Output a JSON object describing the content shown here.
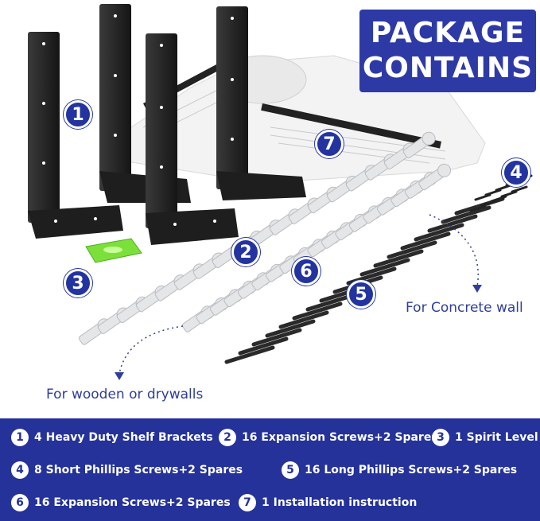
{
  "header": {
    "title_line1": "PACKAGE",
    "title_line2": "CONTAINS"
  },
  "badges": [
    "1",
    "2",
    "3",
    "4",
    "5",
    "6",
    "7"
  ],
  "callouts": {
    "concrete": "For Concrete wall",
    "wooden": "For wooden or drywalls"
  },
  "contents": [
    {
      "num": "1",
      "label": "4 Heavy Duty Shelf Brackets"
    },
    {
      "num": "2",
      "label": "16 Expansion Screws+2 Spares"
    },
    {
      "num": "3",
      "label": "1 Spirit Level"
    },
    {
      "num": "4",
      "label": "8 Short Phillips Screws+2 Spares"
    },
    {
      "num": "5",
      "label": "16 Long Phillips Screws+2 Spares"
    },
    {
      "num": "6",
      "label": "16 Expansion Screws+2 Spares"
    },
    {
      "num": "7",
      "label": "1 Installation instruction"
    }
  ],
  "colors": {
    "brand_blue": "#24329a",
    "bracket_black": "#1e1e1e",
    "level_green": "#7be03a"
  }
}
